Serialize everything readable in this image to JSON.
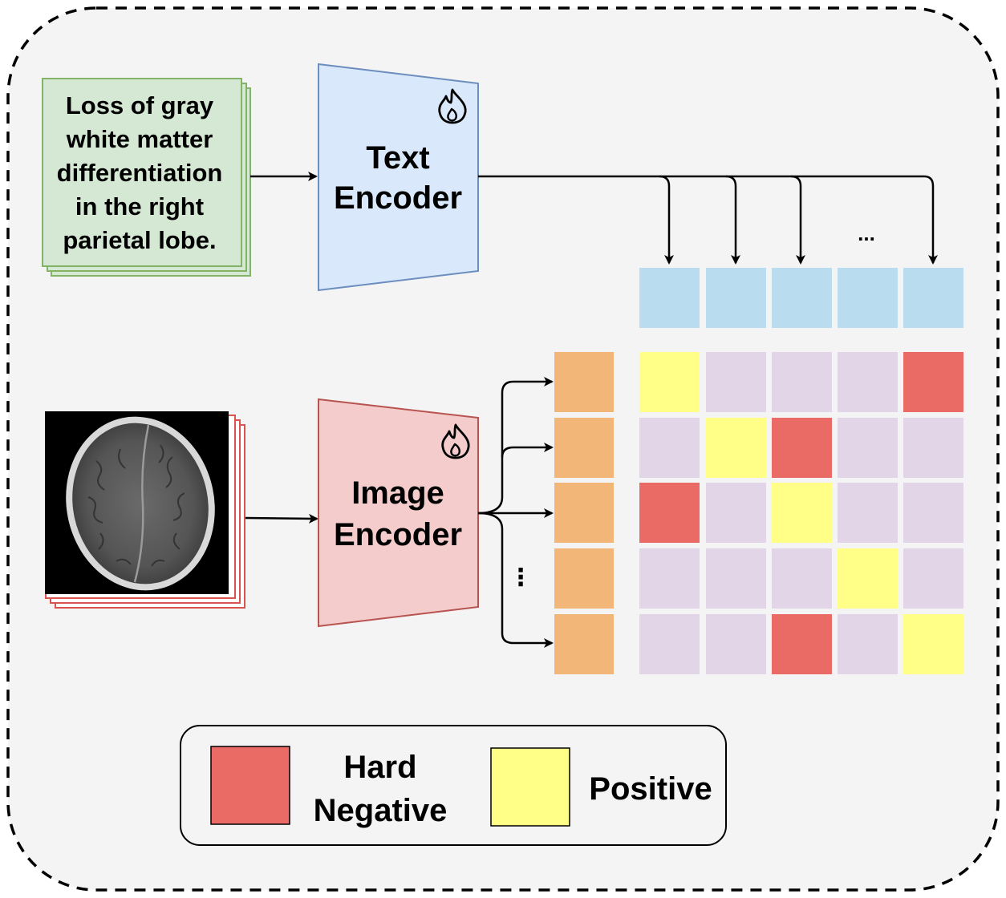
{
  "text_input": {
    "lines": [
      "Loss of gray",
      "white matter",
      "differentiation",
      "in the right",
      "parietal lobe."
    ]
  },
  "text_encoder": {
    "line1": "Text",
    "line2": "Encoder",
    "icon": "flame-icon"
  },
  "image_encoder": {
    "line1": "Image",
    "line2": "Encoder",
    "icon": "flame-icon"
  },
  "text_embeddings": {
    "ellipsis": "..."
  },
  "image_embeddings": {
    "ellipsis": "⋮"
  },
  "similarity_matrix": {
    "rows": [
      [
        "positive",
        "neutral",
        "neutral",
        "neutral",
        "hard_negative"
      ],
      [
        "neutral",
        "positive",
        "hard_negative",
        "neutral",
        "neutral"
      ],
      [
        "hard_negative",
        "neutral",
        "positive",
        "neutral",
        "neutral"
      ],
      [
        "neutral",
        "neutral",
        "neutral",
        "positive",
        "neutral"
      ],
      [
        "neutral",
        "neutral",
        "hard_negative",
        "neutral",
        "positive"
      ]
    ]
  },
  "legend": {
    "hard_negative_line1": "Hard",
    "hard_negative_line2": "Negative",
    "positive": "Positive"
  },
  "colors": {
    "positive": "#FFFF88",
    "hard_negative": "#EA6B66",
    "neutral": "#E1D5E7",
    "text_embedding": "#B9DCEE",
    "image_embedding": "#F2B679",
    "text_box": "#D5E8D4",
    "text_box_border": "#82B366",
    "text_encoder": "#DAE8FC",
    "text_encoder_border": "#6C8EBF",
    "image_encoder": "#F4CCCC",
    "image_encoder_border": "#B85450",
    "background": "#F4F4F4"
  }
}
